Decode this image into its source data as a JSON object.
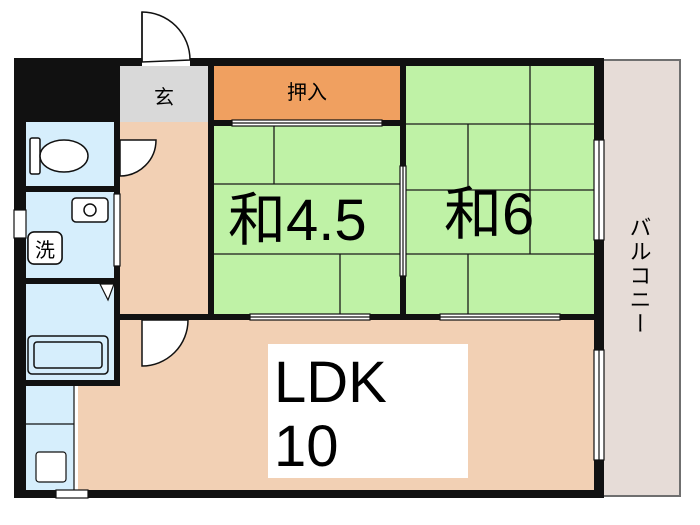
{
  "floorplan": {
    "rooms": {
      "genkan": "玄",
      "oshiire": "押入",
      "washitsu_a": "和4.5",
      "washitsu_b": "和6",
      "ldk_line1": "LDK",
      "ldk_line2": "10",
      "senmen": "洗",
      "balcony": "バルコニー"
    },
    "colors": {
      "wall": "#111111",
      "tatami": "#bff2a6",
      "flooring": "#f2d0b4",
      "wet_area": "#d6eefc",
      "closet": "#f0a060",
      "entrance": "#d9d9d9",
      "balcony": "#e6dcd7"
    }
  }
}
